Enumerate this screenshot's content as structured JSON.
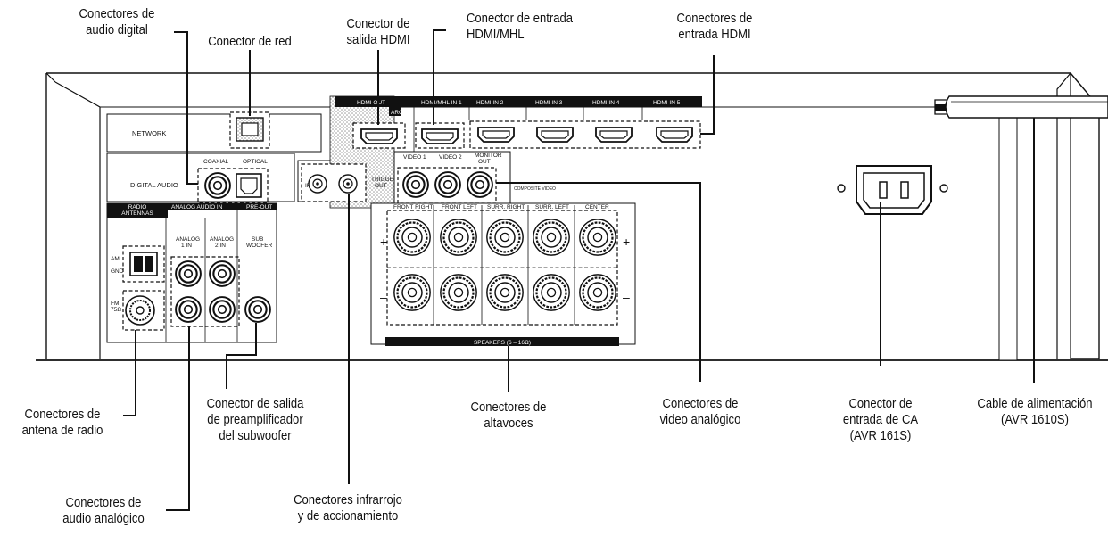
{
  "callouts": {
    "digital_audio": "Conectores de\naudio digital",
    "network": "Conector de red",
    "hdmi_out": "Conector de\nsalida HDMI",
    "hdmi_mhl_in": "Conector de entrada\nHDMI/MHL",
    "hdmi_in": "Conectores de\nentrada HDMI",
    "radio_antenna": "Conectores de\nantena de radio",
    "sub_preout": "Conector de salida\nde preamplificador\ndel subwoofer",
    "speakers": "Conectores de\naltavoces",
    "analog_video": "Conectores de\nvideo analógico",
    "ac_input": "Conector de\nentrada de CA\n(AVR 161S)",
    "power_cable": "Cable de alimentación\n(AVR 1610S)",
    "analog_audio": "Conectores de\naudio analógico",
    "ir_trigger": "Conectores infrarrojo\ny de accionamiento"
  },
  "panel": {
    "network": "NETWORK",
    "coaxial": "COAXIAL",
    "optical": "OPTICAL",
    "digital_audio": "DIGITAL AUDIO",
    "ir_in": "IR IN",
    "trigger_out": "TRIGGER\nOUT",
    "hdmi_out": "HDMI OUT",
    "arc": "ARC",
    "hdmi_mhl_in_1": "HDMI/MHL IN 1",
    "hdmi_in_2": "HDMI IN 2",
    "hdmi_in_3": "HDMI IN 3",
    "hdmi_in_4": "HDMI IN 4",
    "hdmi_in_5": "HDMI IN 5",
    "video_1": "VIDEO 1",
    "video_2": "VIDEO 2",
    "monitor_out": "MONITOR\nOUT",
    "composite_video": "COMPOSITE VIDEO",
    "radio_antennas": "RADIO\nANTENNAS",
    "analog_audio_in": "ANALOG AUDIO IN",
    "pre_out": "PRE-OUT",
    "analog_1_in": "ANALOG\n1 IN",
    "analog_2_in": "ANALOG\n2 IN",
    "sub_woofer": "SUB\nWOOFER",
    "am": "AM",
    "gnd": "GND",
    "fm": "FM\n75Ω",
    "front_right": "FRONT RIGHT",
    "front_left": "FRONT LEFT",
    "surr_right": "SURR. RIGHT",
    "surr_left": "SURR. LEFT",
    "center": "CENTER",
    "speakers_ohm": "SPEAKERS (6 – 16Ω)",
    "plus": "+",
    "minus": "–"
  }
}
